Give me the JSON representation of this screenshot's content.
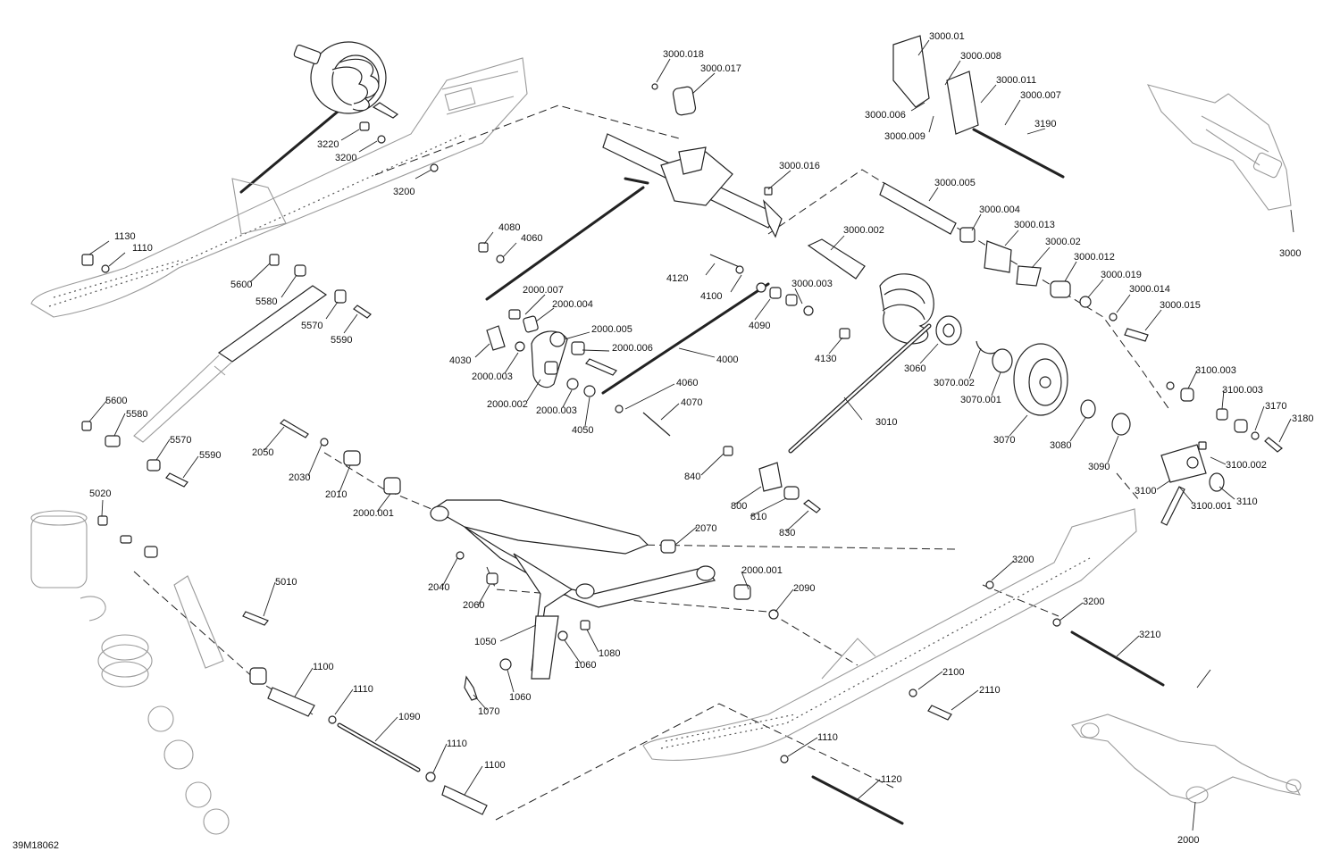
{
  "figure_code": "39M18062",
  "callouts": [
    {
      "id": "c3000_018",
      "text": "3000.018"
    },
    {
      "id": "c3000_017",
      "text": "3000.017"
    },
    {
      "id": "c3000_01",
      "text": "3000.01"
    },
    {
      "id": "c3000_008",
      "text": "3000.008"
    },
    {
      "id": "c3000_011",
      "text": "3000.011"
    },
    {
      "id": "c3000_007",
      "text": "3000.007"
    },
    {
      "id": "c3000_006",
      "text": "3000.006"
    },
    {
      "id": "c3000_009",
      "text": "3000.009"
    },
    {
      "id": "c3190",
      "text": "3190"
    },
    {
      "id": "c3000_016",
      "text": "3000.016"
    },
    {
      "id": "c3000_005",
      "text": "3000.005"
    },
    {
      "id": "c3000_004",
      "text": "3000.004"
    },
    {
      "id": "c3000_013",
      "text": "3000.013"
    },
    {
      "id": "c3000_002",
      "text": "3000.002"
    },
    {
      "id": "c3000_02",
      "text": "3000.02"
    },
    {
      "id": "c3000_012",
      "text": "3000.012"
    },
    {
      "id": "c3000_019",
      "text": "3000.019"
    },
    {
      "id": "c3000_014",
      "text": "3000.014"
    },
    {
      "id": "c3000_015",
      "text": "3000.015"
    },
    {
      "id": "c3000_003",
      "text": "3000.003"
    },
    {
      "id": "c3000",
      "text": "3000"
    },
    {
      "id": "c3220",
      "text": "3220"
    },
    {
      "id": "c3200a",
      "text": "3200"
    },
    {
      "id": "c3200b",
      "text": "3200"
    },
    {
      "id": "c1130",
      "text": "1130"
    },
    {
      "id": "c1110a",
      "text": "1110"
    },
    {
      "id": "c5600a",
      "text": "5600"
    },
    {
      "id": "c5580a",
      "text": "5580"
    },
    {
      "id": "c5570a",
      "text": "5570"
    },
    {
      "id": "c5590a",
      "text": "5590"
    },
    {
      "id": "c4080",
      "text": "4080"
    },
    {
      "id": "c4060a",
      "text": "4060"
    },
    {
      "id": "c4120",
      "text": "4120"
    },
    {
      "id": "c4100",
      "text": "4100"
    },
    {
      "id": "c4090",
      "text": "4090"
    },
    {
      "id": "c4130",
      "text": "4130"
    },
    {
      "id": "c2000_007",
      "text": "2000.007"
    },
    {
      "id": "c2000_004",
      "text": "2000.004"
    },
    {
      "id": "c2000_005",
      "text": "2000.005"
    },
    {
      "id": "c2000_006",
      "text": "2000.006"
    },
    {
      "id": "c4030",
      "text": "4030"
    },
    {
      "id": "c2000_003a",
      "text": "2000.003"
    },
    {
      "id": "c4000",
      "text": "4000"
    },
    {
      "id": "c2000_002",
      "text": "2000.002"
    },
    {
      "id": "c2000_003b",
      "text": "2000.003"
    },
    {
      "id": "c4060b",
      "text": "4060"
    },
    {
      "id": "c4070",
      "text": "4070"
    },
    {
      "id": "c4050",
      "text": "4050"
    },
    {
      "id": "c3060",
      "text": "3060"
    },
    {
      "id": "c3070_002",
      "text": "3070.002"
    },
    {
      "id": "c3070_001",
      "text": "3070.001"
    },
    {
      "id": "c3010",
      "text": "3010"
    },
    {
      "id": "c3070",
      "text": "3070"
    },
    {
      "id": "c3080",
      "text": "3080"
    },
    {
      "id": "c3090",
      "text": "3090"
    },
    {
      "id": "c3100_003a",
      "text": "3100.003"
    },
    {
      "id": "c3100_003b",
      "text": "3100.003"
    },
    {
      "id": "c3170",
      "text": "3170"
    },
    {
      "id": "c3180",
      "text": "3180"
    },
    {
      "id": "c3100_002",
      "text": "3100.002"
    },
    {
      "id": "c3100",
      "text": "3100"
    },
    {
      "id": "c3100_001",
      "text": "3100.001"
    },
    {
      "id": "c3110",
      "text": "3110"
    },
    {
      "id": "c5600b",
      "text": "5600"
    },
    {
      "id": "c5580b",
      "text": "5580"
    },
    {
      "id": "c5570b",
      "text": "5570"
    },
    {
      "id": "c5590b",
      "text": "5590"
    },
    {
      "id": "c2050",
      "text": "2050"
    },
    {
      "id": "c2030",
      "text": "2030"
    },
    {
      "id": "c2010",
      "text": "2010"
    },
    {
      "id": "c2000_001a",
      "text": "2000.001"
    },
    {
      "id": "c840",
      "text": "840"
    },
    {
      "id": "c800",
      "text": "800"
    },
    {
      "id": "c810",
      "text": "810"
    },
    {
      "id": "c830",
      "text": "830"
    },
    {
      "id": "c5020",
      "text": "5020"
    },
    {
      "id": "c2070",
      "text": "2070"
    },
    {
      "id": "c2000_001b",
      "text": "2000.001"
    },
    {
      "id": "c2090",
      "text": "2090"
    },
    {
      "id": "c2040",
      "text": "2040"
    },
    {
      "id": "c2060",
      "text": "2060"
    },
    {
      "id": "c5010",
      "text": "5010"
    },
    {
      "id": "c1050",
      "text": "1050"
    },
    {
      "id": "c1080",
      "text": "1080"
    },
    {
      "id": "c1060a",
      "text": "1060"
    },
    {
      "id": "c1060b",
      "text": "1060"
    },
    {
      "id": "c1070",
      "text": "1070"
    },
    {
      "id": "c3200c",
      "text": "3200"
    },
    {
      "id": "c3200d",
      "text": "3200"
    },
    {
      "id": "c3210",
      "text": "3210"
    },
    {
      "id": "c1100a",
      "text": "1100"
    },
    {
      "id": "c1110b",
      "text": "1110"
    },
    {
      "id": "c1090",
      "text": "1090"
    },
    {
      "id": "c1110c",
      "text": "1110"
    },
    {
      "id": "c1100b",
      "text": "1100"
    },
    {
      "id": "c2100",
      "text": "2100"
    },
    {
      "id": "c2110",
      "text": "2110"
    },
    {
      "id": "c1110d",
      "text": "1110"
    },
    {
      "id": "c1120",
      "text": "1120"
    },
    {
      "id": "c2000",
      "text": "2000"
    }
  ]
}
